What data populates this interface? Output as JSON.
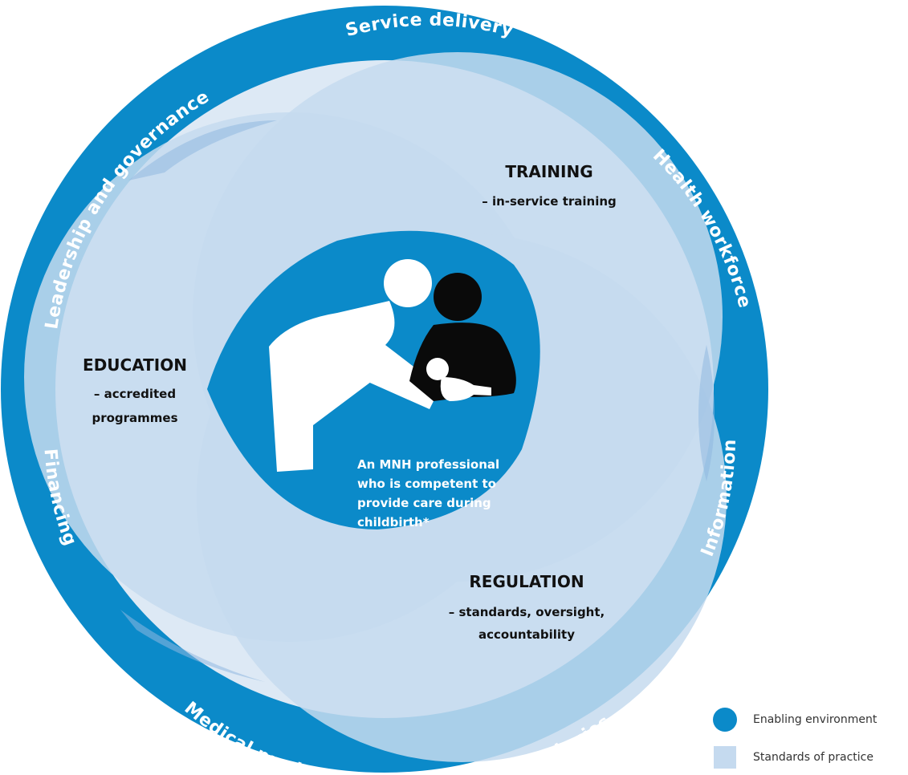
{
  "colors": {
    "ring": "#0b8ac9",
    "petal": "#c5daef",
    "petal_edge": "#dde9f5",
    "petal_dark": "#8fb8e0",
    "center": "#0b8ac9",
    "figure_light": "#ffffff",
    "figure_dark": "#0a0a0a"
  },
  "ring_labels": {
    "service_delivery": "Service delivery",
    "health_workforce": "Health workforce",
    "information": "Information",
    "medical_products": "Medical products, vaccines and technologies",
    "financing": "Financing",
    "leadership": "Leadership and governance"
  },
  "training": {
    "title": "TRAINING",
    "subtitle": "– in-service training"
  },
  "education": {
    "title": "EDUCATION",
    "line1": "– accredited",
    "line2": "programmes"
  },
  "regulation": {
    "title": "REGULATION",
    "line1": "– standards, oversight,",
    "line2": "accountability"
  },
  "center": {
    "line1": "An MNH professional",
    "line2": "who is competent to",
    "line3": "provide care during",
    "line4": "childbirth*"
  },
  "legend": {
    "items": [
      {
        "label": "Enabling environment",
        "icon": "circle-swatch"
      },
      {
        "label": "Standards of practice",
        "icon": "square-swatch"
      }
    ]
  }
}
